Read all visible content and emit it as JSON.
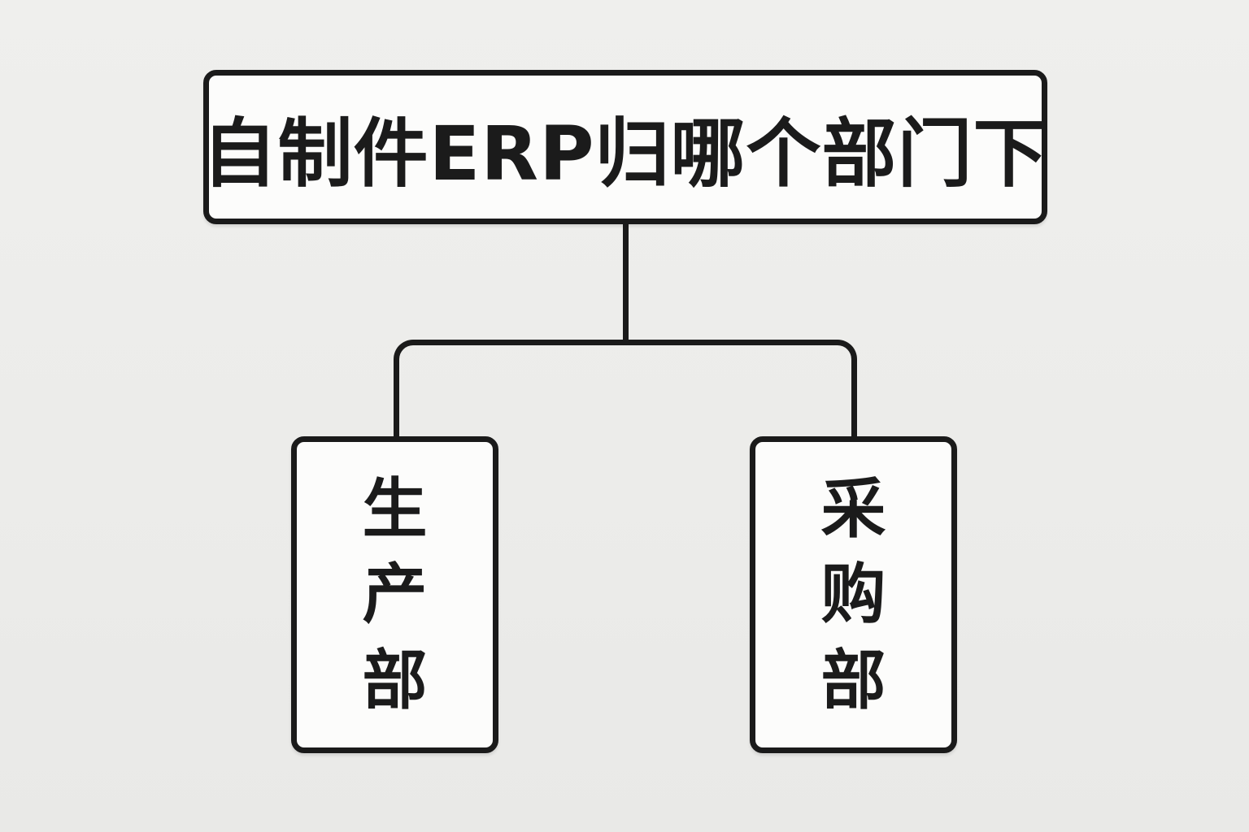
{
  "diagram": {
    "type": "flowchart",
    "root": {
      "id": "question",
      "label": "自制件ERP归哪个部门下"
    },
    "children": [
      {
        "id": "production-dept",
        "label": "生产部",
        "label_stacked": "生\n产\n部"
      },
      {
        "id": "purchasing-dept",
        "label": "采购部",
        "label_stacked": "采\n购\n部"
      }
    ]
  },
  "colors": {
    "background": "#ececea",
    "node_fill": "#fcfcfb",
    "line": "#1a1a1a",
    "text": "#1b1b1b"
  }
}
